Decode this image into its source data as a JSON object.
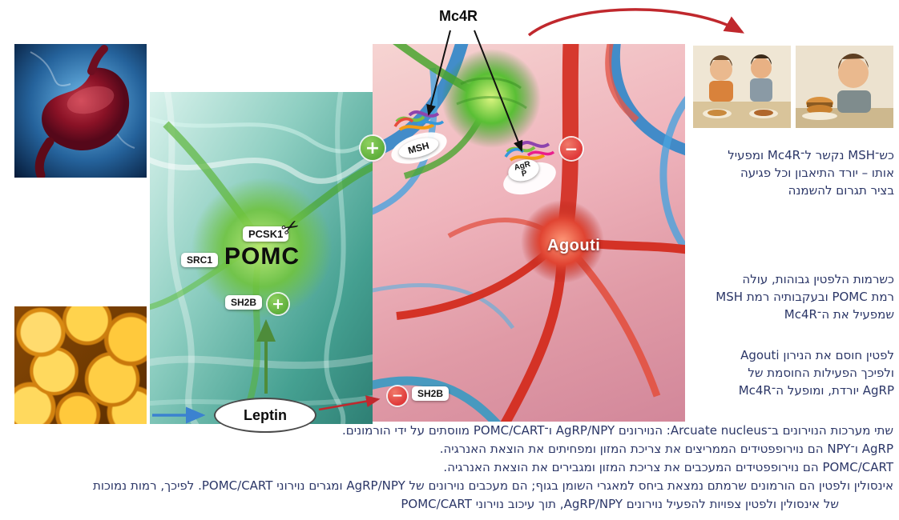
{
  "labels": {
    "mc4r": "Mc4R",
    "msh": "MSH",
    "agr": "AgR",
    "agr_p": "P",
    "pcsk1": "PCSK1",
    "src1": "SRC1",
    "pomc": "POMC",
    "sh2b_pomc": "SH2B",
    "sh2b_main": "SH2B",
    "agouti": "Agouti",
    "leptin": "Leptin",
    "plus": "+",
    "minus": "−"
  },
  "icons": {
    "scissors": "✂"
  },
  "side_notes": {
    "note1": "כש־MSH נקשר ל־Mc4R ומפעיל\nאותו – יורד התיאבון וכל פגיעה\nבציר תגרום להשמנה",
    "note2": "כשרמות הלפטין גבוהות, עולה\nרמת POMC ובעקבותיה רמת MSH\nשמפעיל את ה־Mc4R",
    "note3": "לפטין חוסם את הנירון Agouti\nולפיכך הפעילות החוסמת של\nAgRP יורדת, ומופעל ה־Mc4R"
  },
  "bottom_text": {
    "line1": "שתי מערכות הנוירונים ב־Arcuate nucleus: הנוירונים AgRP/NPY ו־POMC/CART מווסתים על ידי הורמונים.",
    "line2": "AgRP ו־NPY הם נוירופפטידים הממריצים את צריכת המזון ומפחיתים את הוצאת האנרגיה.",
    "line3": "POMC/CART הם נוירופפטידים המעכבים את צריכת המזון ומגבירים את הוצאת האנרגיה.",
    "line4": "אינסולין ולפטין הם הורמונים שרמתם נמצאת ביחס למאגרי השומן בגוף; הם מעכבים נוירונים של AgRP/NPY ומגרים נוירוני POMC/CART. לפיכך, רמות נמוכות",
    "line5": "של אינסולין ולפטין צפויות להפעיל נוירונים AgRP/NPY, תוך עיכוב נוירוני POMC/CART"
  },
  "colors": {
    "plus_green": "#5faf3c",
    "minus_red": "#e03a3a",
    "arrow_red": "#c0282d",
    "arrow_blue": "#3b82d0",
    "arrow_green": "#4e8c3a",
    "arrow_black": "#111111",
    "text_navy": "#2b3667"
  }
}
